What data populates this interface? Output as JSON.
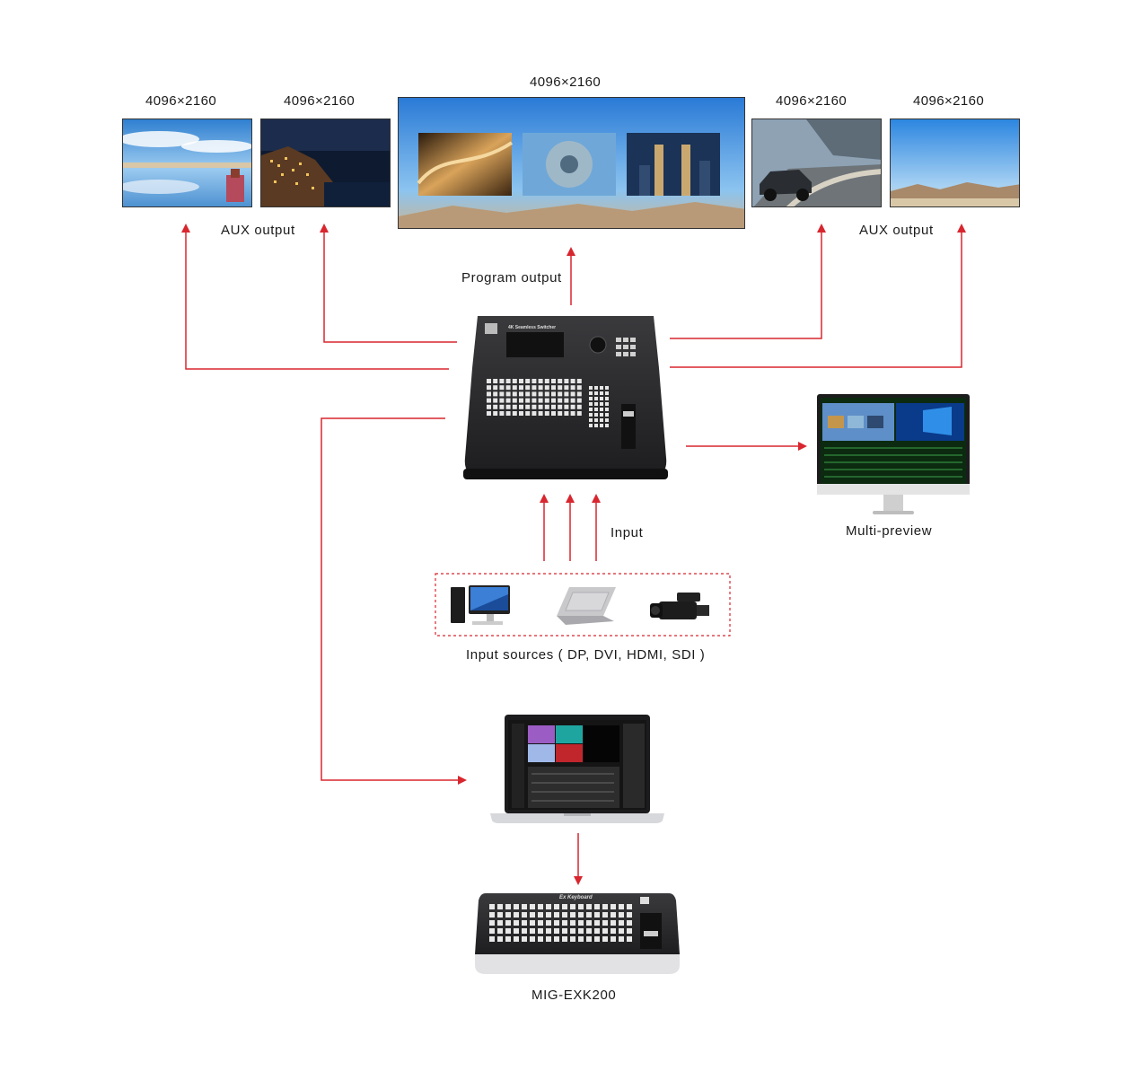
{
  "resolutions": {
    "aux1": "4096×2160",
    "aux2": "4096×2160",
    "program": "4096×2160",
    "aux3": "4096×2160",
    "aux4": "4096×2160"
  },
  "labels": {
    "aux_left": "AUX output",
    "aux_right": "AUX output",
    "program_output": "Program output",
    "input": "Input",
    "input_sources": "Input sources ( DP, DVI, HDMI, SDI )",
    "multi_preview": "Multi-preview",
    "keyboard_model": "MIG-EXK200"
  },
  "device_text": {
    "switcher_title": "4K Seamless Switcher",
    "keyboard_title": "Ex Keyboard"
  },
  "colors": {
    "arrow": "#d8262f",
    "device": "#2b2b2d",
    "sky": "#3f8fd8"
  }
}
